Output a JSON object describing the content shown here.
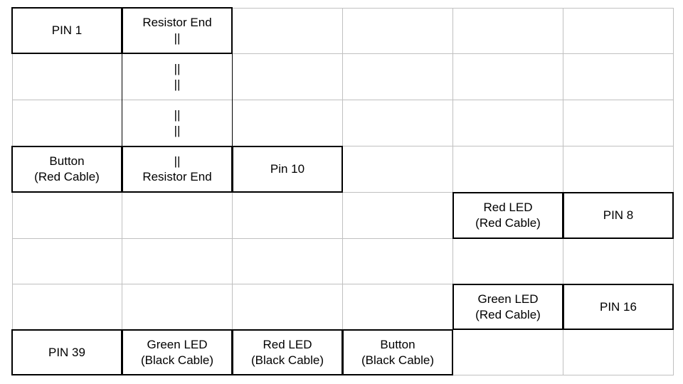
{
  "grid": {
    "rows": 8,
    "cols": 6
  },
  "cells": [
    {
      "id": "pin-1",
      "row": 0,
      "col": 0,
      "lines": [
        "PIN 1"
      ]
    },
    {
      "id": "resistor-end-top",
      "row": 0,
      "col": 1,
      "lines": [
        "Resistor End",
        "||"
      ]
    },
    {
      "id": "resistor-mid-1",
      "row": 1,
      "col": 1,
      "lines": [
        "||",
        "||"
      ],
      "stub": true
    },
    {
      "id": "resistor-mid-2",
      "row": 2,
      "col": 1,
      "lines": [
        "||",
        "||"
      ],
      "stub": true
    },
    {
      "id": "button-red-cable",
      "row": 3,
      "col": 0,
      "lines": [
        "Button",
        "(Red Cable)"
      ]
    },
    {
      "id": "resistor-end-bottom",
      "row": 3,
      "col": 1,
      "lines": [
        "||",
        "Resistor End"
      ]
    },
    {
      "id": "pin-10",
      "row": 3,
      "col": 2,
      "lines": [
        "Pin 10"
      ]
    },
    {
      "id": "red-led-red-cable",
      "row": 4,
      "col": 4,
      "lines": [
        "Red LED",
        "(Red Cable)"
      ]
    },
    {
      "id": "pin-8",
      "row": 4,
      "col": 5,
      "lines": [
        "PIN 8"
      ]
    },
    {
      "id": "green-led-red-cable",
      "row": 6,
      "col": 4,
      "lines": [
        "Green LED",
        "(Red Cable)"
      ]
    },
    {
      "id": "pin-16",
      "row": 6,
      "col": 5,
      "lines": [
        "PIN 16"
      ]
    },
    {
      "id": "pin-39",
      "row": 7,
      "col": 0,
      "lines": [
        "PIN 39"
      ]
    },
    {
      "id": "green-led-black-cable",
      "row": 7,
      "col": 1,
      "lines": [
        "Green LED",
        "(Black Cable)"
      ]
    },
    {
      "id": "red-led-black-cable",
      "row": 7,
      "col": 2,
      "lines": [
        "Red LED",
        "(Black Cable)"
      ]
    },
    {
      "id": "button-black-cable",
      "row": 7,
      "col": 3,
      "lines": [
        "Button",
        "(Black Cable)"
      ]
    }
  ]
}
